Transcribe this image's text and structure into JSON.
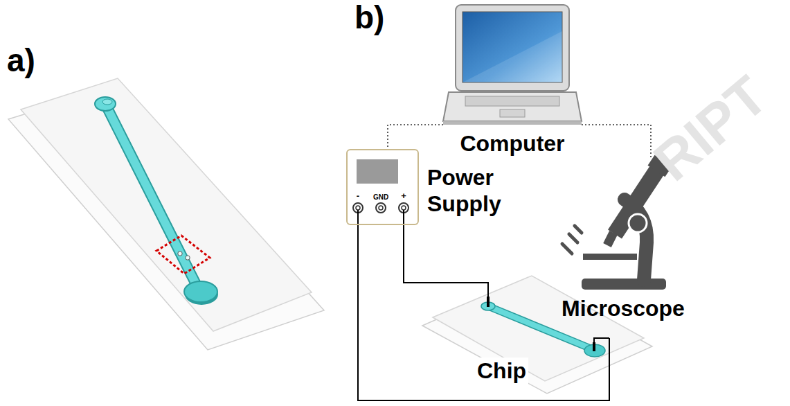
{
  "diagram": {
    "nodes": [
      {
        "text": [
          "Computer"
        ]
      },
      {
        "text": [
          "Power Supply"
        ]
      },
      {
        "text": [
          "Microscope"
        ]
      },
      {
        "text": [
          "Chip"
        ]
      }
    ],
    "edges": [
      {
        "from": 0,
        "to": 1,
        "arrow": "none"
      },
      {
        "from": 0,
        "to": 2,
        "arrow": "none"
      },
      {
        "from": 1,
        "to": 3,
        "arrow": "none"
      },
      {
        "from": 1,
        "to": 3,
        "arrow": "none"
      }
    ],
    "labels": [
      "a)",
      "b)",
      "-",
      "GND",
      "+",
      "RIPT"
    ]
  }
}
